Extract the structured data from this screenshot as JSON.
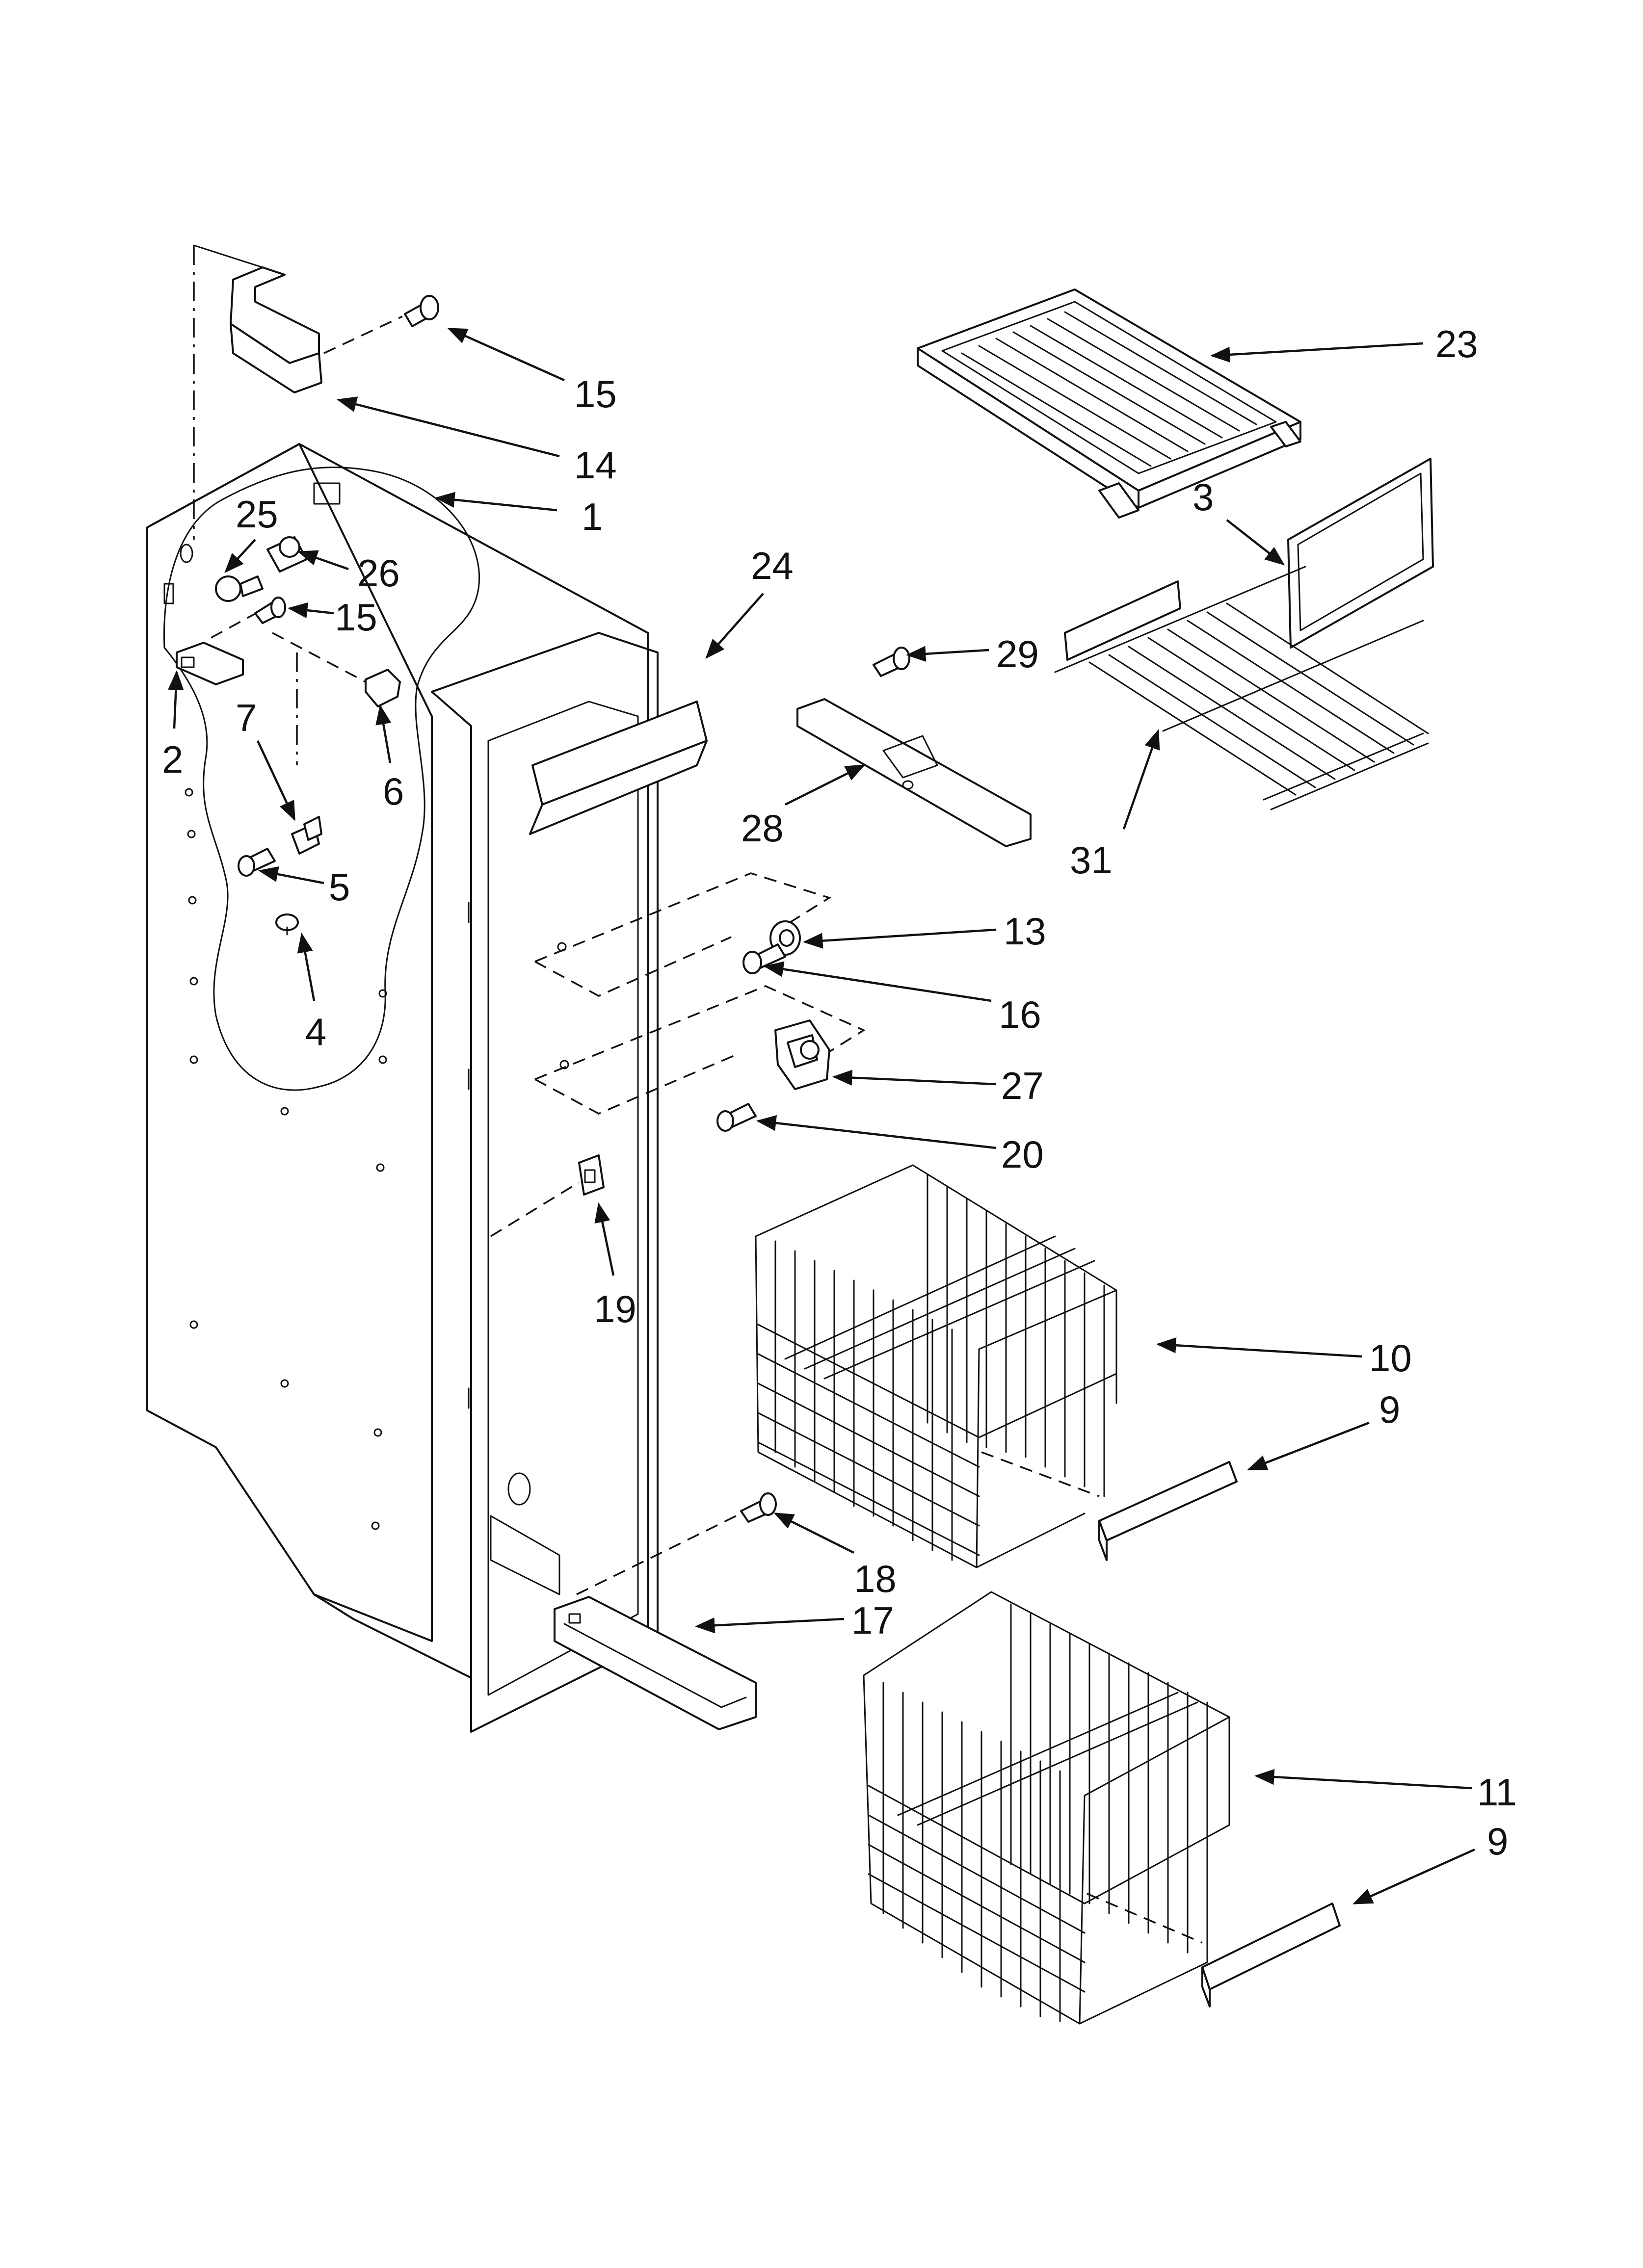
{
  "labels": {
    "l23": "23",
    "l15a": "15",
    "l14": "14",
    "l1": "1",
    "l25": "25",
    "l26": "26",
    "l15b": "15",
    "l24": "24",
    "l3": "3",
    "l29": "29",
    "l2": "2",
    "l7": "7",
    "l6": "6",
    "l28": "28",
    "l31": "31",
    "l5": "5",
    "l13": "13",
    "l4": "4",
    "l16": "16",
    "l27": "27",
    "l20": "20",
    "l19": "19",
    "l10": "10",
    "l9a": "9",
    "l18": "18",
    "l17": "17",
    "l11": "11",
    "l9b": "9"
  },
  "colors": {
    "line": "#111111",
    "background": "#ffffff"
  }
}
